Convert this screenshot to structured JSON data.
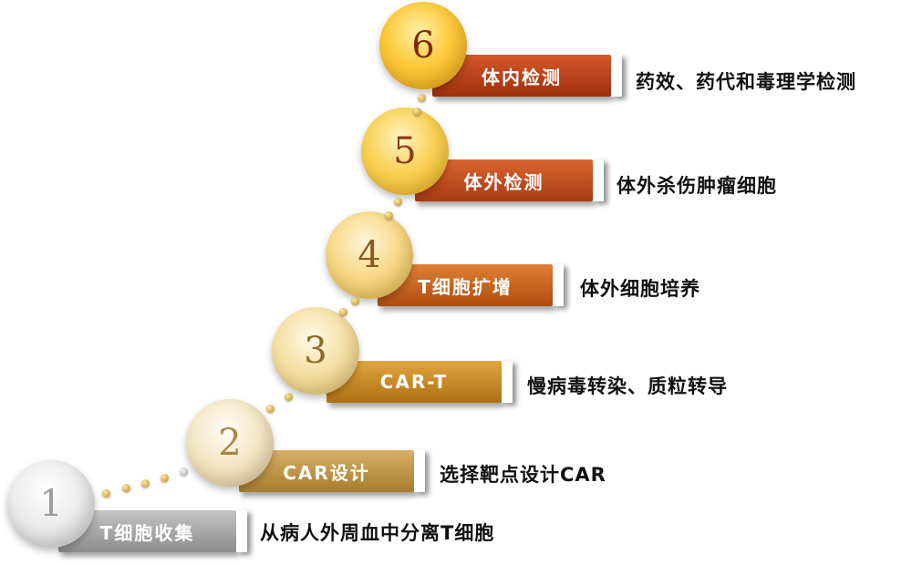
{
  "steps": [
    {
      "number": "1",
      "label": "T细胞收集",
      "description": "从病人外周血中分离T细胞"
    },
    {
      "number": "2",
      "label": "CAR设计",
      "description": "选择靶点设计CAR"
    },
    {
      "number": "3",
      "label": "CAR-T",
      "description": "慢病毒转染、质粒转导"
    },
    {
      "number": "4",
      "label": "T细胞扩增",
      "description": "体外细胞培养"
    },
    {
      "number": "5",
      "label": "体外检测",
      "description": "体外杀伤肿瘤细胞"
    },
    {
      "number": "6",
      "label": "体内检测",
      "description": "药效、药代和毒理学检测"
    }
  ],
  "colors": {
    "step1": "#a4a4a4",
    "step2": "#c29a4c",
    "step3": "#c98a22",
    "step4": "#c9621a",
    "step5": "#c24f1b",
    "step6": "#b83a12"
  }
}
